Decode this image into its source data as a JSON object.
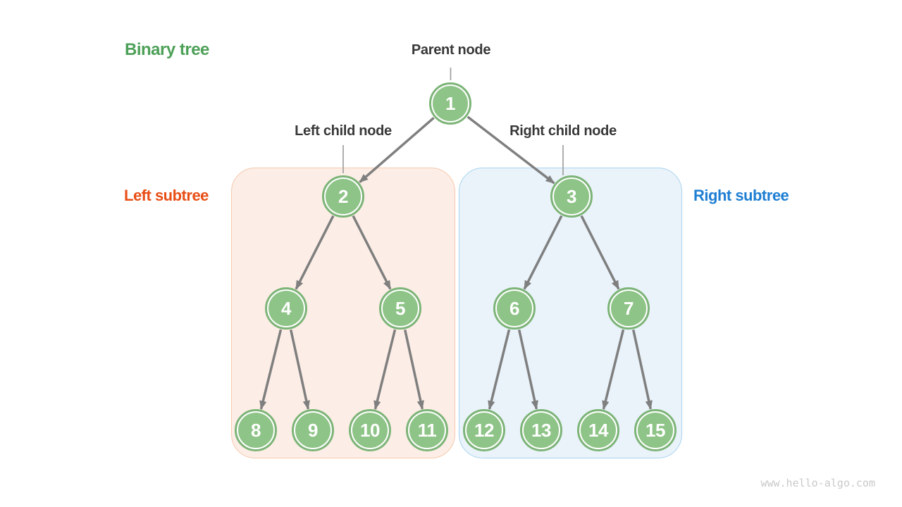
{
  "title": "Binary tree",
  "labels": {
    "parent_node": "Parent node",
    "left_child_node": "Left child node",
    "right_child_node": "Right child node",
    "left_subtree": "Left subtree",
    "right_subtree": "Right subtree"
  },
  "watermark": "www.hello-algo.com",
  "nodes": [
    {
      "value": "1"
    },
    {
      "value": "2"
    },
    {
      "value": "3"
    },
    {
      "value": "4"
    },
    {
      "value": "5"
    },
    {
      "value": "6"
    },
    {
      "value": "7"
    },
    {
      "value": "8"
    },
    {
      "value": "9"
    },
    {
      "value": "10"
    },
    {
      "value": "11"
    },
    {
      "value": "12"
    },
    {
      "value": "13"
    },
    {
      "value": "14"
    },
    {
      "value": "15"
    }
  ],
  "edges": [
    [
      "1",
      "2"
    ],
    [
      "1",
      "3"
    ],
    [
      "2",
      "4"
    ],
    [
      "2",
      "5"
    ],
    [
      "3",
      "6"
    ],
    [
      "3",
      "7"
    ],
    [
      "4",
      "8"
    ],
    [
      "4",
      "9"
    ],
    [
      "5",
      "10"
    ],
    [
      "5",
      "11"
    ],
    [
      "6",
      "12"
    ],
    [
      "6",
      "13"
    ],
    [
      "7",
      "14"
    ],
    [
      "7",
      "15"
    ]
  ],
  "colors": {
    "title_green": "#4da058",
    "left_subtree_label": "#e84e15",
    "right_subtree_label": "#1e7ed3",
    "node_fill": "#8ec487",
    "node_ring": "#7db478",
    "node_text": "#ffffff",
    "left_subtree_bg": "#fceee6",
    "left_subtree_border": "#f6c7ac",
    "right_subtree_bg": "#eaf3fa",
    "right_subtree_border": "#a8d3ef",
    "arrow_gray": "#7f7f7f",
    "leader_gray": "#9a9a9a",
    "label_text": "#383838",
    "watermark_gray": "#c9c9c9"
  }
}
